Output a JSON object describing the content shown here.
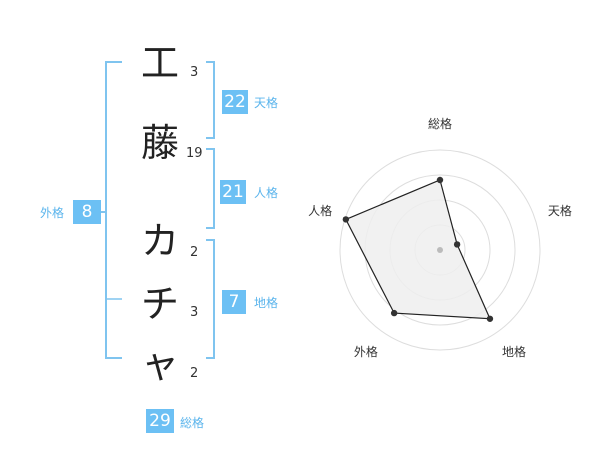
{
  "name_chars": [
    {
      "char": "工",
      "strokes": "3"
    },
    {
      "char": "藤",
      "strokes": "19"
    },
    {
      "char": "カ",
      "strokes": "2"
    },
    {
      "char": "チ",
      "strokes": "3"
    },
    {
      "char": "ャ",
      "strokes": "2"
    }
  ],
  "kakusu": {
    "tenkaku": {
      "value": "22",
      "label": "天格"
    },
    "jinkaku": {
      "value": "21",
      "label": "人格"
    },
    "chikaku": {
      "value": "7",
      "label": "地格"
    },
    "gaikaku": {
      "value": "8",
      "label": "外格"
    },
    "soukaku": {
      "value": "29",
      "label": "総格"
    }
  },
  "chart_data": {
    "type": "radar",
    "axes": [
      "総格",
      "天格",
      "地格",
      "外格",
      "人格"
    ],
    "values": [
      0.7,
      0.18,
      0.85,
      0.78,
      0.99
    ],
    "rings": 4,
    "colors": {
      "fill": "#eeeeee",
      "stroke": "#222222",
      "ring": "#dddddd",
      "point": "#333333",
      "center": "#bbbbbb"
    }
  },
  "colors": {
    "accent": "#6cc0f4",
    "bracket": "#7fc4ef"
  }
}
